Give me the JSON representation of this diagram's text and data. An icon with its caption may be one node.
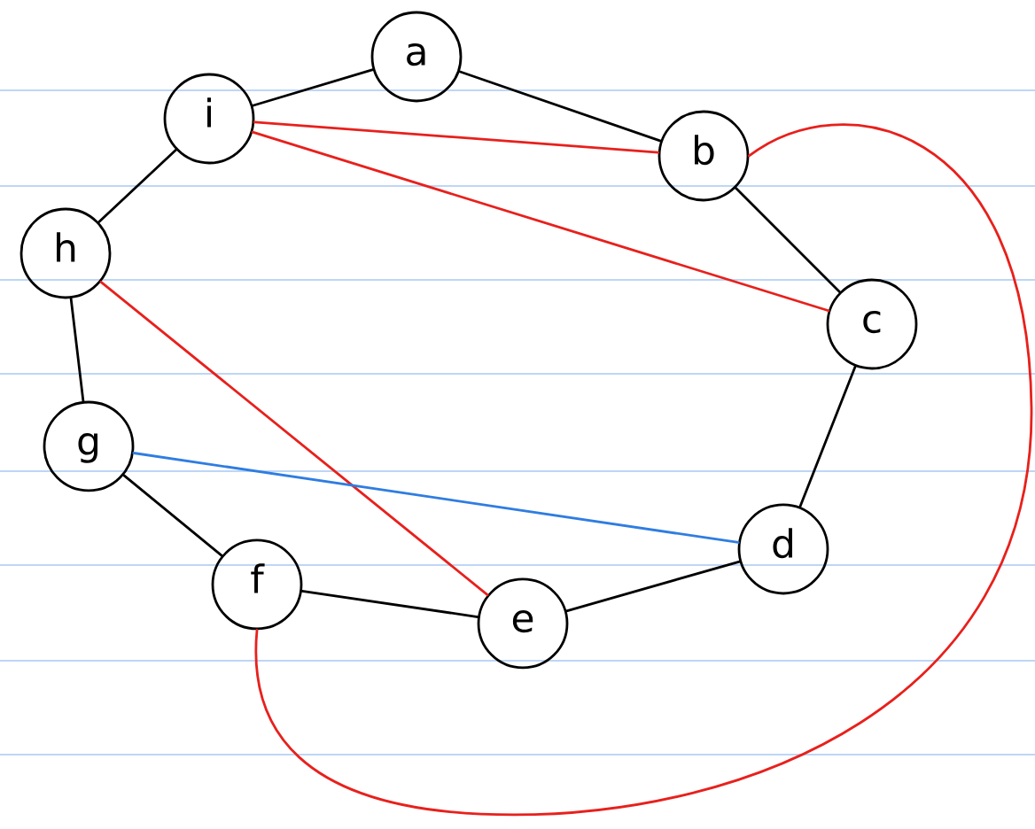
{
  "diagram": {
    "nodes": [
      {
        "text": [
          "a"
        ]
      },
      {
        "text": [
          "i"
        ]
      },
      {
        "text": [
          "b"
        ]
      },
      {
        "text": [
          "h"
        ]
      },
      {
        "text": [
          "c"
        ]
      },
      {
        "text": [
          "g"
        ]
      },
      {
        "text": [
          "d"
        ]
      },
      {
        "text": [
          "f"
        ]
      },
      {
        "text": [
          "e"
        ]
      }
    ],
    "edges": [
      {
        "from": 1,
        "to": 0,
        "arrow": "none"
      },
      {
        "from": 0,
        "to": 2,
        "arrow": "none"
      },
      {
        "from": 2,
        "to": 4,
        "arrow": "none"
      },
      {
        "from": 4,
        "to": 6,
        "arrow": "none"
      },
      {
        "from": 6,
        "to": 8,
        "arrow": "none"
      },
      {
        "from": 8,
        "to": 7,
        "arrow": "none"
      },
      {
        "from": 7,
        "to": 5,
        "arrow": "none"
      },
      {
        "from": 5,
        "to": 3,
        "arrow": "none"
      },
      {
        "from": 3,
        "to": 1,
        "arrow": "none"
      },
      {
        "from": 1,
        "to": 2,
        "arrow": "none",
        "color": "#e8201c"
      },
      {
        "from": 1,
        "to": 4,
        "arrow": "none",
        "color": "#e8201c"
      },
      {
        "from": 3,
        "to": 8,
        "arrow": "none",
        "color": "#e8201c"
      },
      {
        "from": 2,
        "to": 7,
        "arrow": "none",
        "color": "#e8201c"
      },
      {
        "from": 5,
        "to": 6,
        "arrow": "none",
        "color": "#2f7de1"
      }
    ]
  }
}
